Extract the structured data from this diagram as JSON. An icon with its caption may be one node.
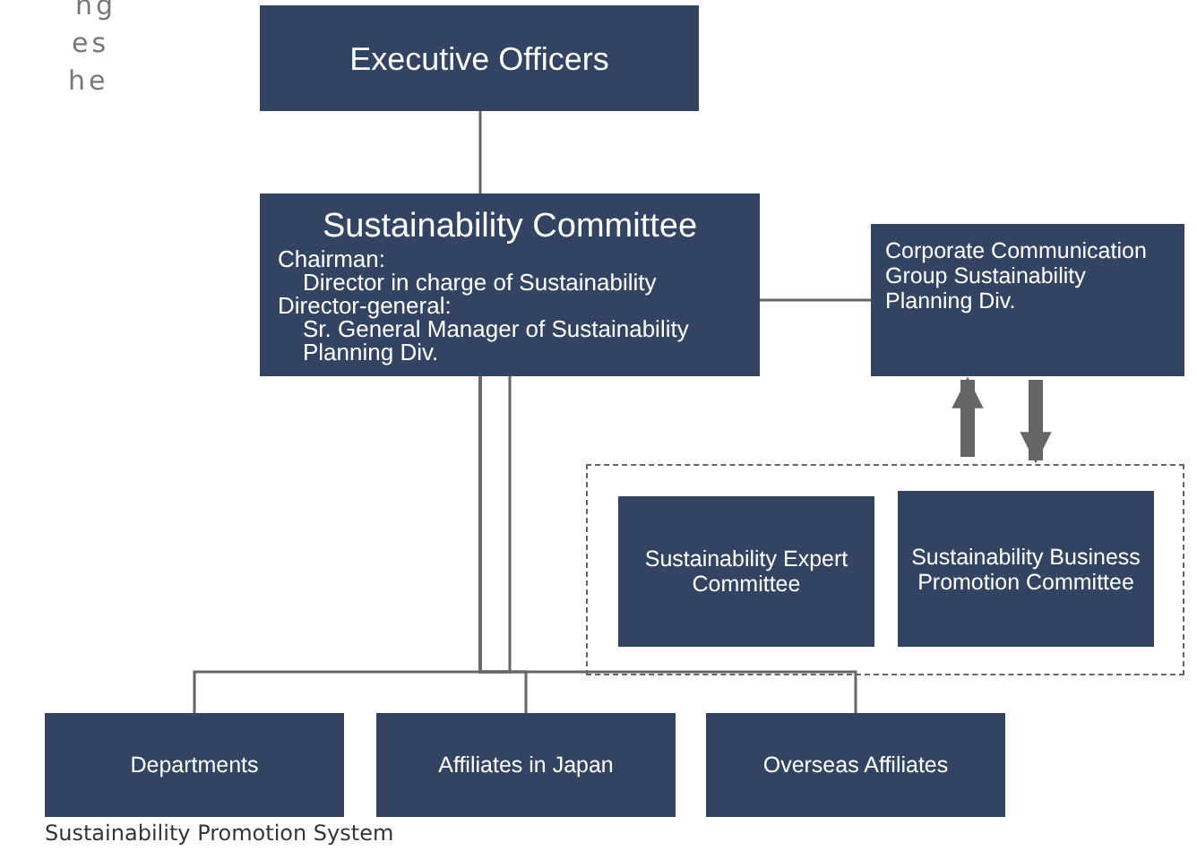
{
  "diagram": {
    "caption": "Sustainability Promotion System",
    "nodes": [
      {
        "text": [
          "Executive Officers"
        ]
      },
      {
        "text": [
          "Sustainability Committee",
          "Chairman:",
          "Director in charge of Sustainability",
          "Director-general:",
          "Sr. General Manager of Sustainability Planning Div."
        ]
      },
      {
        "text": [
          "Corporate Communication Group Sustainability Planning Div."
        ]
      },
      {
        "text": [],
        "shape": "box"
      },
      {
        "text": [
          "Sustainability Expert Committee"
        ],
        "in": 3
      },
      {
        "text": [
          "Sustainability Business Promotion Committee"
        ],
        "in": 3
      },
      {
        "text": [
          "Departments"
        ]
      },
      {
        "text": [
          "Affiliates in Japan"
        ]
      },
      {
        "text": [
          "Overseas Affiliates"
        ]
      }
    ],
    "edges": [
      {
        "from": 0,
        "to": 1,
        "arrow": "none"
      },
      {
        "from": 1,
        "to": 2,
        "arrow": "none"
      },
      {
        "from": 3,
        "to": 2,
        "arrow": "to",
        "style": "thick"
      },
      {
        "from": 2,
        "to": 3,
        "arrow": "to",
        "style": "thick"
      },
      {
        "from": 1,
        "to": 6,
        "arrow": "none"
      },
      {
        "from": 1,
        "to": 7,
        "arrow": "none"
      },
      {
        "from": 1,
        "to": 8,
        "arrow": "none"
      }
    ],
    "labels": [
      "ng",
      "es",
      "he"
    ]
  }
}
